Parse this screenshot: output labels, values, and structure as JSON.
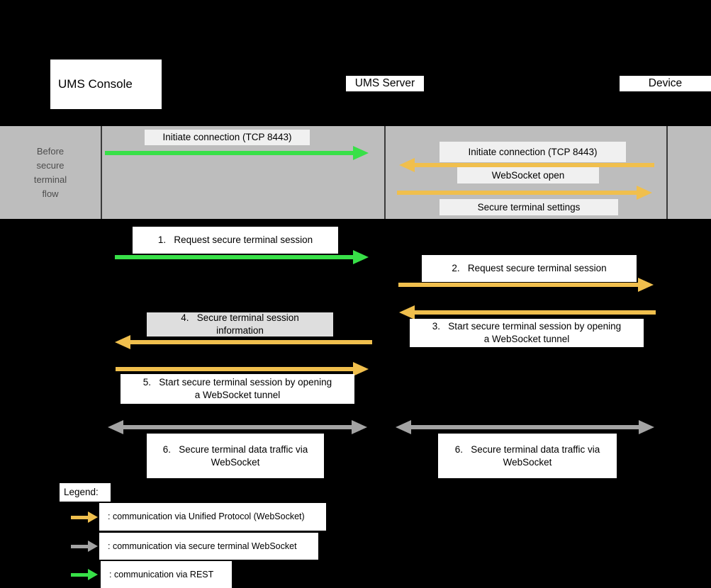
{
  "actors": {
    "console": "UMS Console",
    "server": "UMS Server",
    "device": "Device"
  },
  "band": {
    "row_label": "Before secure terminal flow",
    "msg_console_to_server": "Initiate connection (TCP 8443)",
    "msg_device_to_server": "Initiate connection (TCP 8443)",
    "msg_websocket_open": "WebSocket open",
    "msg_secure_terminal_settings": "Secure terminal settings"
  },
  "steps": {
    "s1": "1.   Request secure terminal session",
    "s2": "2.   Request secure terminal session",
    "s3": "3.   Start secure terminal session by opening\na WebSocket tunnel",
    "s4": "4.   Secure terminal session\ninformation",
    "s5": "5.   Start secure terminal session by opening\na WebSocket tunnel",
    "s6_left": "6.   Secure terminal data traffic via\nWebSocket",
    "s6_right": "6.   Secure terminal data traffic via\nWebSocket"
  },
  "legend": {
    "title": "Legend:",
    "unified_protocol": ": communication via Unified Protocol (WebSocket)",
    "secure_terminal_ws": ": communication via secure terminal WebSocket",
    "rest": ": communication via REST"
  },
  "colors": {
    "unified_protocol": "#F0BF4D",
    "secure_terminal_ws": "#A3A3A3",
    "rest": "#38E048",
    "background": "#000000",
    "band_background": "#BDBDBD"
  }
}
